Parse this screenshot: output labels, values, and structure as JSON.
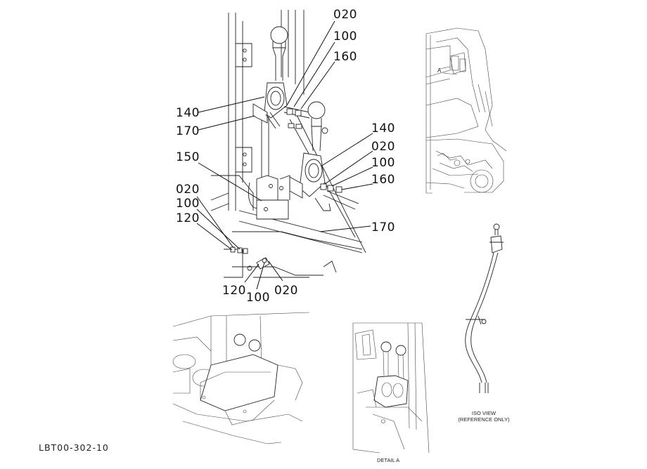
{
  "callouts": {
    "c020_top": "020",
    "c100_top": "100",
    "c160_top": "160",
    "c140_left": "140",
    "c170_left": "170",
    "c140_right": "140",
    "c020_right": "020",
    "c100_right": "100",
    "c160_right": "160",
    "c150": "150",
    "c020_left": "020",
    "c100_left": "100",
    "c120_left": "120",
    "c170_right": "170",
    "c120_bottom": "120",
    "c100_bottom": "100",
    "c020_bottom": "020"
  },
  "captions": {
    "iso_view_line1": "ISO VIEW",
    "iso_view_line2": "(REFERENCE ONLY)",
    "detail_a": "DETAIL A",
    "detail_marker": "A"
  },
  "document_id": "LBT00-302-10"
}
